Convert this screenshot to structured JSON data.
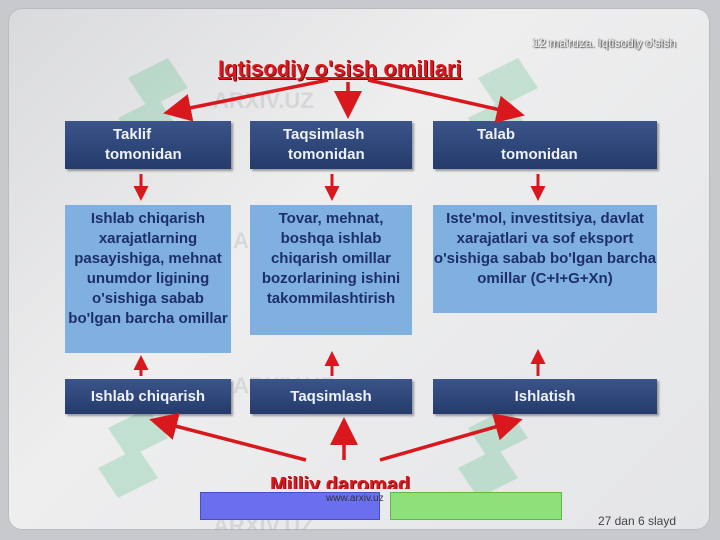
{
  "header_note": "12 ma'ruza. Iqtisodiy o'sish",
  "title": "Iqtisodiy o'sish omillari",
  "top_headers": [
    {
      "line1": "Taklif",
      "line2": "tomonidan"
    },
    {
      "line1": "Taqsimlash",
      "line2": "tomonidan"
    },
    {
      "line1": "Talab",
      "line2": "tomonidan"
    }
  ],
  "descriptions": [
    "Ishlab chiqarish xarajatlarning pasayishiga, mehnat unumdor ligining o'sishiga sabab bo'lgan barcha omillar",
    "Tovar, mehnat, boshqa ishlab chiqarish omillar bozorlarining ishini takommilashtirish",
    "Iste'mol, investitsiya, davlat xarajatlari va sof eksport o'sishiga sabab bo'lgan barcha omillar (C+I+G+Xn)"
  ],
  "bottom_boxes": [
    "Ishlab chiqarish",
    "Taqsimlash",
    "Ishlatish"
  ],
  "national_income": "Milliy daromad",
  "footer_url": "www.arxiv.uz",
  "slide_number": "27 dan 6 slayd",
  "watermark": "ARXIV.UZ",
  "colors": {
    "title_red": "#d9181e",
    "header_navy": "#2d4677",
    "box_blue": "#7fb0df",
    "box_text": "#1d2f6b",
    "arrow_red": "#d9181e"
  }
}
